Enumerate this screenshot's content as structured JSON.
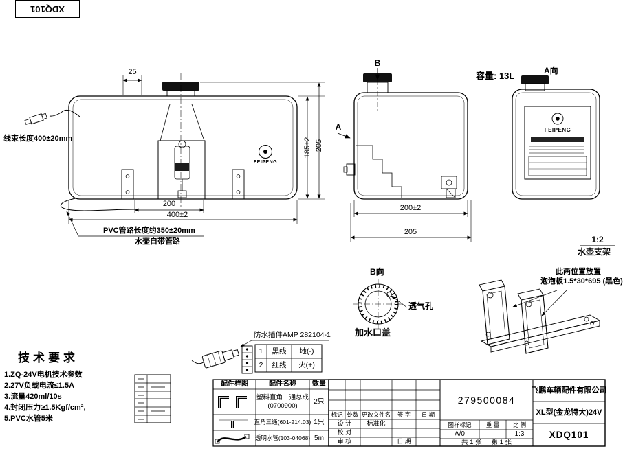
{
  "corner": {
    "code": "XDQ101"
  },
  "front_view": {
    "dim_top": "25",
    "dim_height_inner": "185±2",
    "dim_height_outer": "205",
    "dim_pump": "200",
    "dim_width": "400±2",
    "harness_label": "线束长度400±20mm",
    "pvc_note_line1": "PVC管路长度约350±20mm",
    "pvc_note_line2": "水壶自带管路",
    "logo_text": "FEIPENG"
  },
  "side_view": {
    "view_b_marker": "B",
    "section_a_marker": "A",
    "capacity": "容量: 13L",
    "dim_width": "200±2",
    "dim_width_outer": "205"
  },
  "a_view": {
    "label": "A向",
    "logo_text": "FEIPENG"
  },
  "b_view": {
    "label": "B向",
    "vent_label": "透气孔",
    "cap_label": "加水口盖"
  },
  "bracket": {
    "scale": "1:2",
    "name": "水壶支架",
    "note_line1": "此两位置放置",
    "note_line2": "泡泡板1.5*30*695 (黑色)"
  },
  "connector": {
    "title": "防水插件AMP 282104-1",
    "pins": [
      {
        "no": "1",
        "wire": "黑线",
        "polarity": "地(-)"
      },
      {
        "no": "2",
        "wire": "红线",
        "polarity": "火(+)"
      }
    ]
  },
  "tech_requirements": {
    "title": "技术要求",
    "items": [
      "1.ZQ-24V电机技术参数",
      "2.27V负载电流≤1.5A",
      "3.流量420ml/10s",
      "4.封闭压力≥1.5Kgf/cm²,",
      "5.PVC水管5米"
    ]
  },
  "parts_table": {
    "headers": {
      "sample": "配件样图",
      "name": "配件名称",
      "qty": "数量"
    },
    "rows": [
      {
        "name": "塑料直角二通总成",
        "code": "(0700900)",
        "qty": "2只"
      },
      {
        "name": "直角三通(601-214.03)",
        "code": "",
        "qty": "1只"
      },
      {
        "name": "透明水管(103-04068)",
        "code": "",
        "qty": "5m"
      }
    ]
  },
  "title_block": {
    "part_number": "279500084",
    "company": "飞鹏车辆配件有限公司",
    "product": "XL型(金龙特大)24V",
    "drawing_number": "XDQ101",
    "rev_header": {
      "mark": "标记",
      "count": "处数",
      "doc": "更改文件名",
      "sign": "签 字",
      "date": "日 期"
    },
    "roles": {
      "design": "设 计",
      "standard": "标准化",
      "proof": "校 对",
      "audit": "审 核",
      "date": "日 期"
    },
    "grid": {
      "mark_label": "图样标记",
      "weight_label": "重 量",
      "scale_label": "比 例",
      "mark_value": "A/0",
      "scale_value": "1:3"
    },
    "sheet": {
      "total": "共 1 张",
      "current": "第 1 张"
    }
  }
}
